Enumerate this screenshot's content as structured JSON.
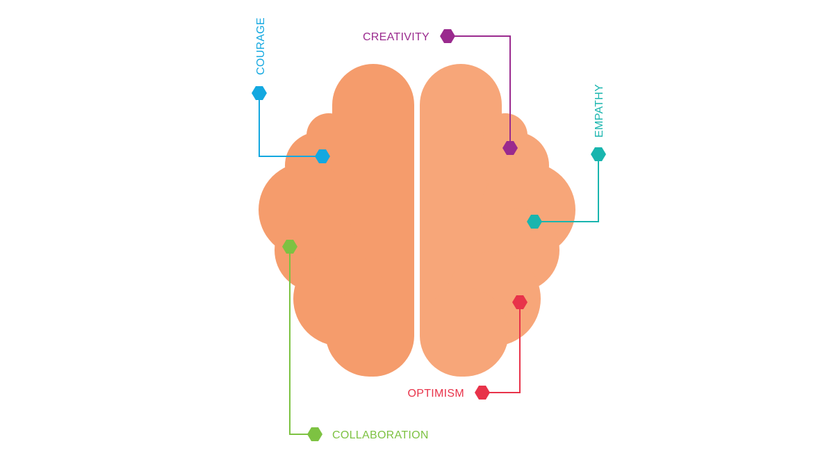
{
  "labels": {
    "courage": "COURAGE",
    "creativity": "CREATIVITY",
    "empathy": "EMPATHY",
    "optimism": "OPTIMISM",
    "collaboration": "COLLABORATION"
  },
  "colors": {
    "left_hemisphere": "#F59C6C",
    "right_hemisphere": "#F7A679",
    "courage": "#13A8E0",
    "creativity": "#9A2A8E",
    "empathy": "#19B5AE",
    "optimism": "#E8334A",
    "collaboration": "#7DC242"
  }
}
